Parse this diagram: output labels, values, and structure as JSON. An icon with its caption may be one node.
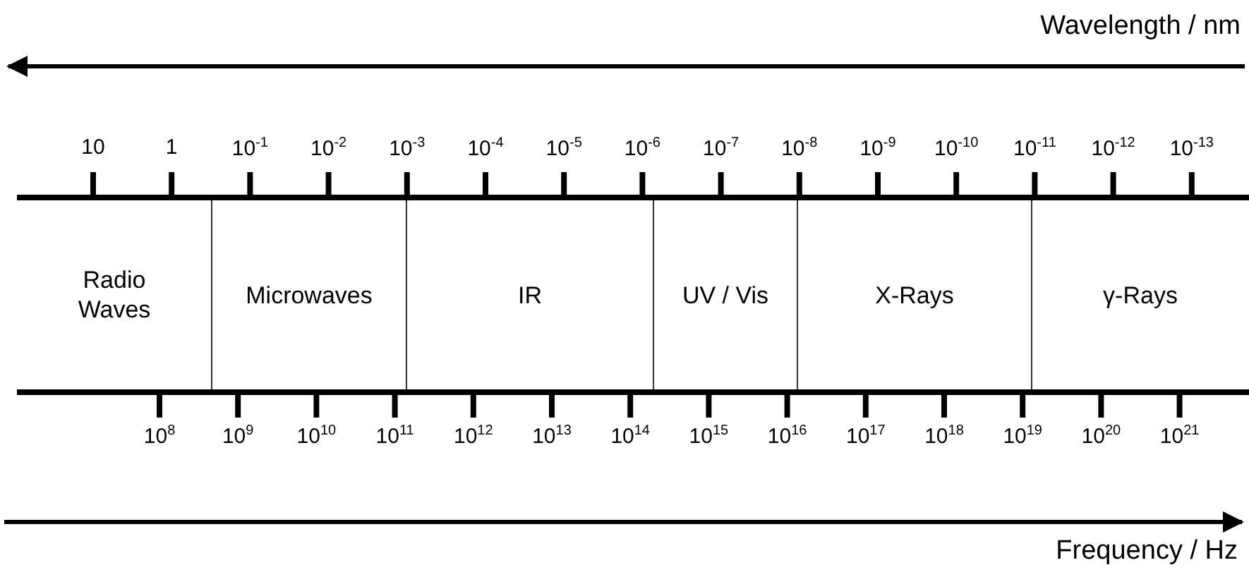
{
  "diagram": {
    "nodes": [
      {
        "text": [
          "Radio Waves"
        ]
      },
      {
        "text": [
          "Microwaves"
        ]
      },
      {
        "text": [
          "IR"
        ]
      },
      {
        "text": [
          "UV / Vis"
        ]
      },
      {
        "text": [
          "X-Rays"
        ]
      },
      {
        "text": [
          "γ-Rays"
        ]
      }
    ],
    "labels": [
      "Wavelength / nm",
      "10",
      "1",
      "10$^{-1}$",
      "10$^{-2}$",
      "10$^{-3}$",
      "10$^{-4}$",
      "10$^{-5}$",
      "10$^{-6}$",
      "10$^{-7}$",
      "10$^{-8}$",
      "10$^{-9}$",
      "10$^{-10}$",
      "10$^{-11}$",
      "10$^{-12}$",
      "10$^{-13}$",
      "10$^{8}$",
      "10$^{9}$",
      "10$^{10}$",
      "10$^{11}$",
      "10$^{12}$",
      "10$^{13}$",
      "10$^{14}$",
      "10$^{15}$",
      "10$^{16}$",
      "10$^{17}$",
      "10$^{18}$",
      "10$^{19}$",
      "10$^{20}$",
      "10$^{21}$",
      "Frequency / Hz"
    ]
  }
}
